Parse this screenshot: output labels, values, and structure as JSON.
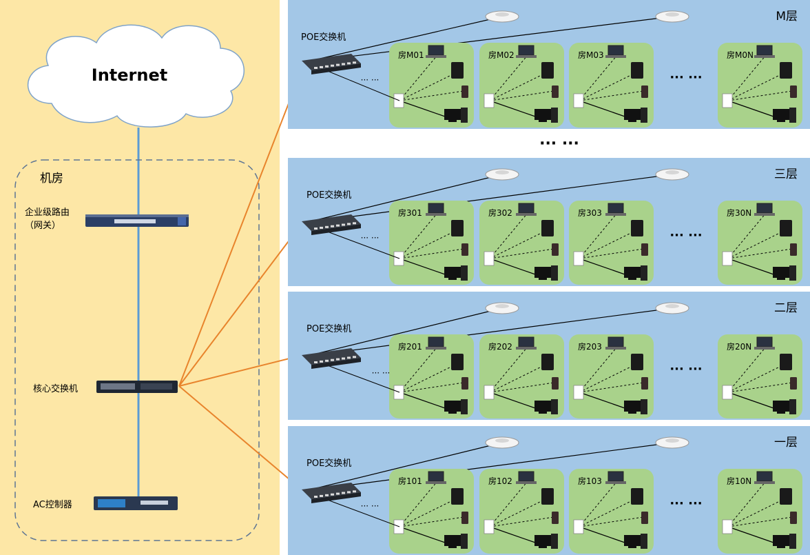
{
  "machine_room": {
    "internet_label": "Internet",
    "room_title": "机房",
    "router_label_line1": "企业级路由",
    "router_label_line2": "（网关）",
    "core_switch_label": "核心交换机",
    "ac_label": "AC控制器"
  },
  "between_floors_ellipsis": "··· ···",
  "floors": [
    {
      "label": "M层",
      "switch_label": "POE交换机",
      "rooms": [
        "房M01",
        "房M02",
        "房M03",
        "房M0N"
      ],
      "ellipsis": "··· ···",
      "switch_ellipsis": "··· ···"
    },
    {
      "label": "三层",
      "switch_label": "POE交换机",
      "rooms": [
        "房301",
        "房302",
        "房303",
        "房30N"
      ],
      "ellipsis": "··· ···",
      "switch_ellipsis": "··· ···"
    },
    {
      "label": "二层",
      "switch_label": "POE交换机",
      "rooms": [
        "房201",
        "房202",
        "房203",
        "房20N"
      ],
      "ellipsis": "··· ···",
      "switch_ellipsis": "··· ···"
    },
    {
      "label": "一层",
      "switch_label": "POE交换机",
      "rooms": [
        "房101",
        "房102",
        "房103",
        "房10N"
      ],
      "ellipsis": "··· ···",
      "switch_ellipsis": "··· ···"
    }
  ],
  "colors": {
    "machine_room_bg": "#fde7a6",
    "floor_bg": "#a3c7e7",
    "room_bg": "#a9d28b",
    "fiber_link": "#e8842c",
    "uplink": "#5b9bd5"
  }
}
